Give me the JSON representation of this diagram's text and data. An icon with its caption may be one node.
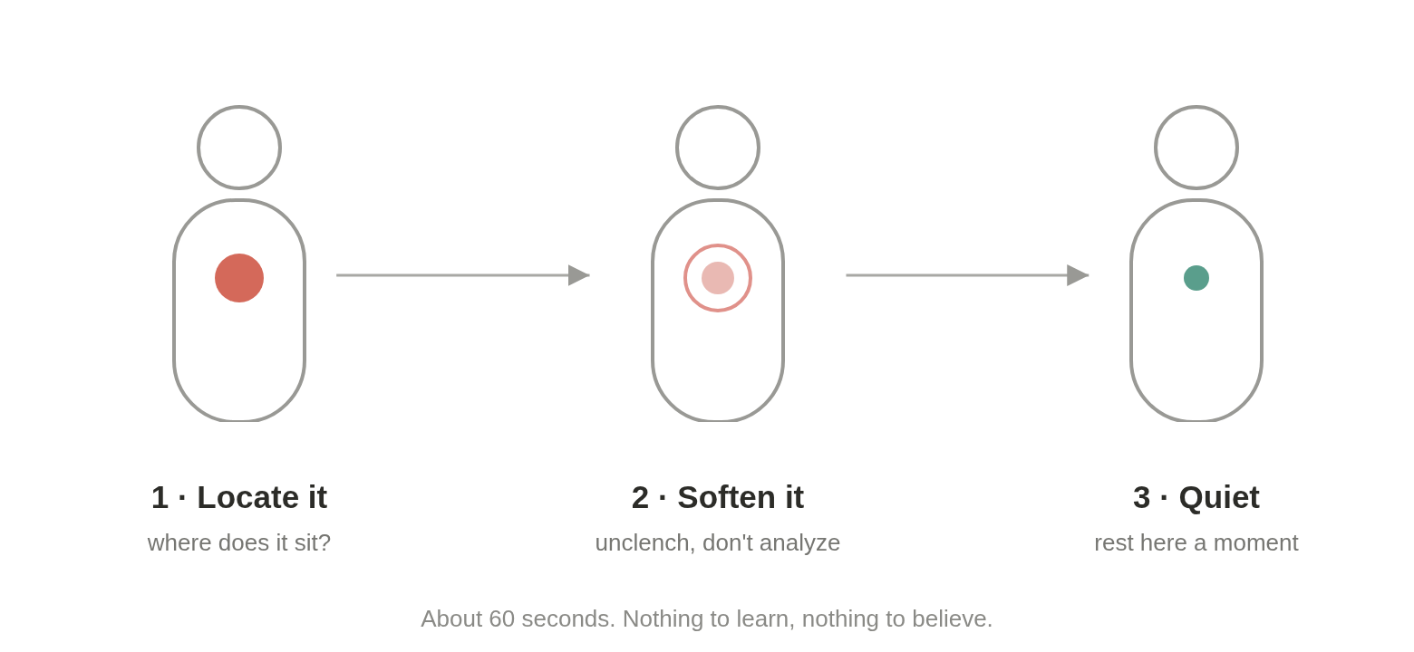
{
  "diagram": {
    "caption": "About 60 seconds. Nothing to learn, nothing to believe.",
    "nodes": [
      {
        "text": [
          "1 · Locate it",
          "where does it sit?"
        ]
      },
      {
        "text": [
          "2 · Soften it",
          "unclench, don't analyze"
        ]
      },
      {
        "text": [
          "3 · Quiet",
          "rest here a moment"
        ]
      }
    ],
    "edges": [
      {
        "from": 0,
        "to": 1,
        "arrow": "to"
      },
      {
        "from": 1,
        "to": 2,
        "arrow": "to"
      }
    ]
  }
}
